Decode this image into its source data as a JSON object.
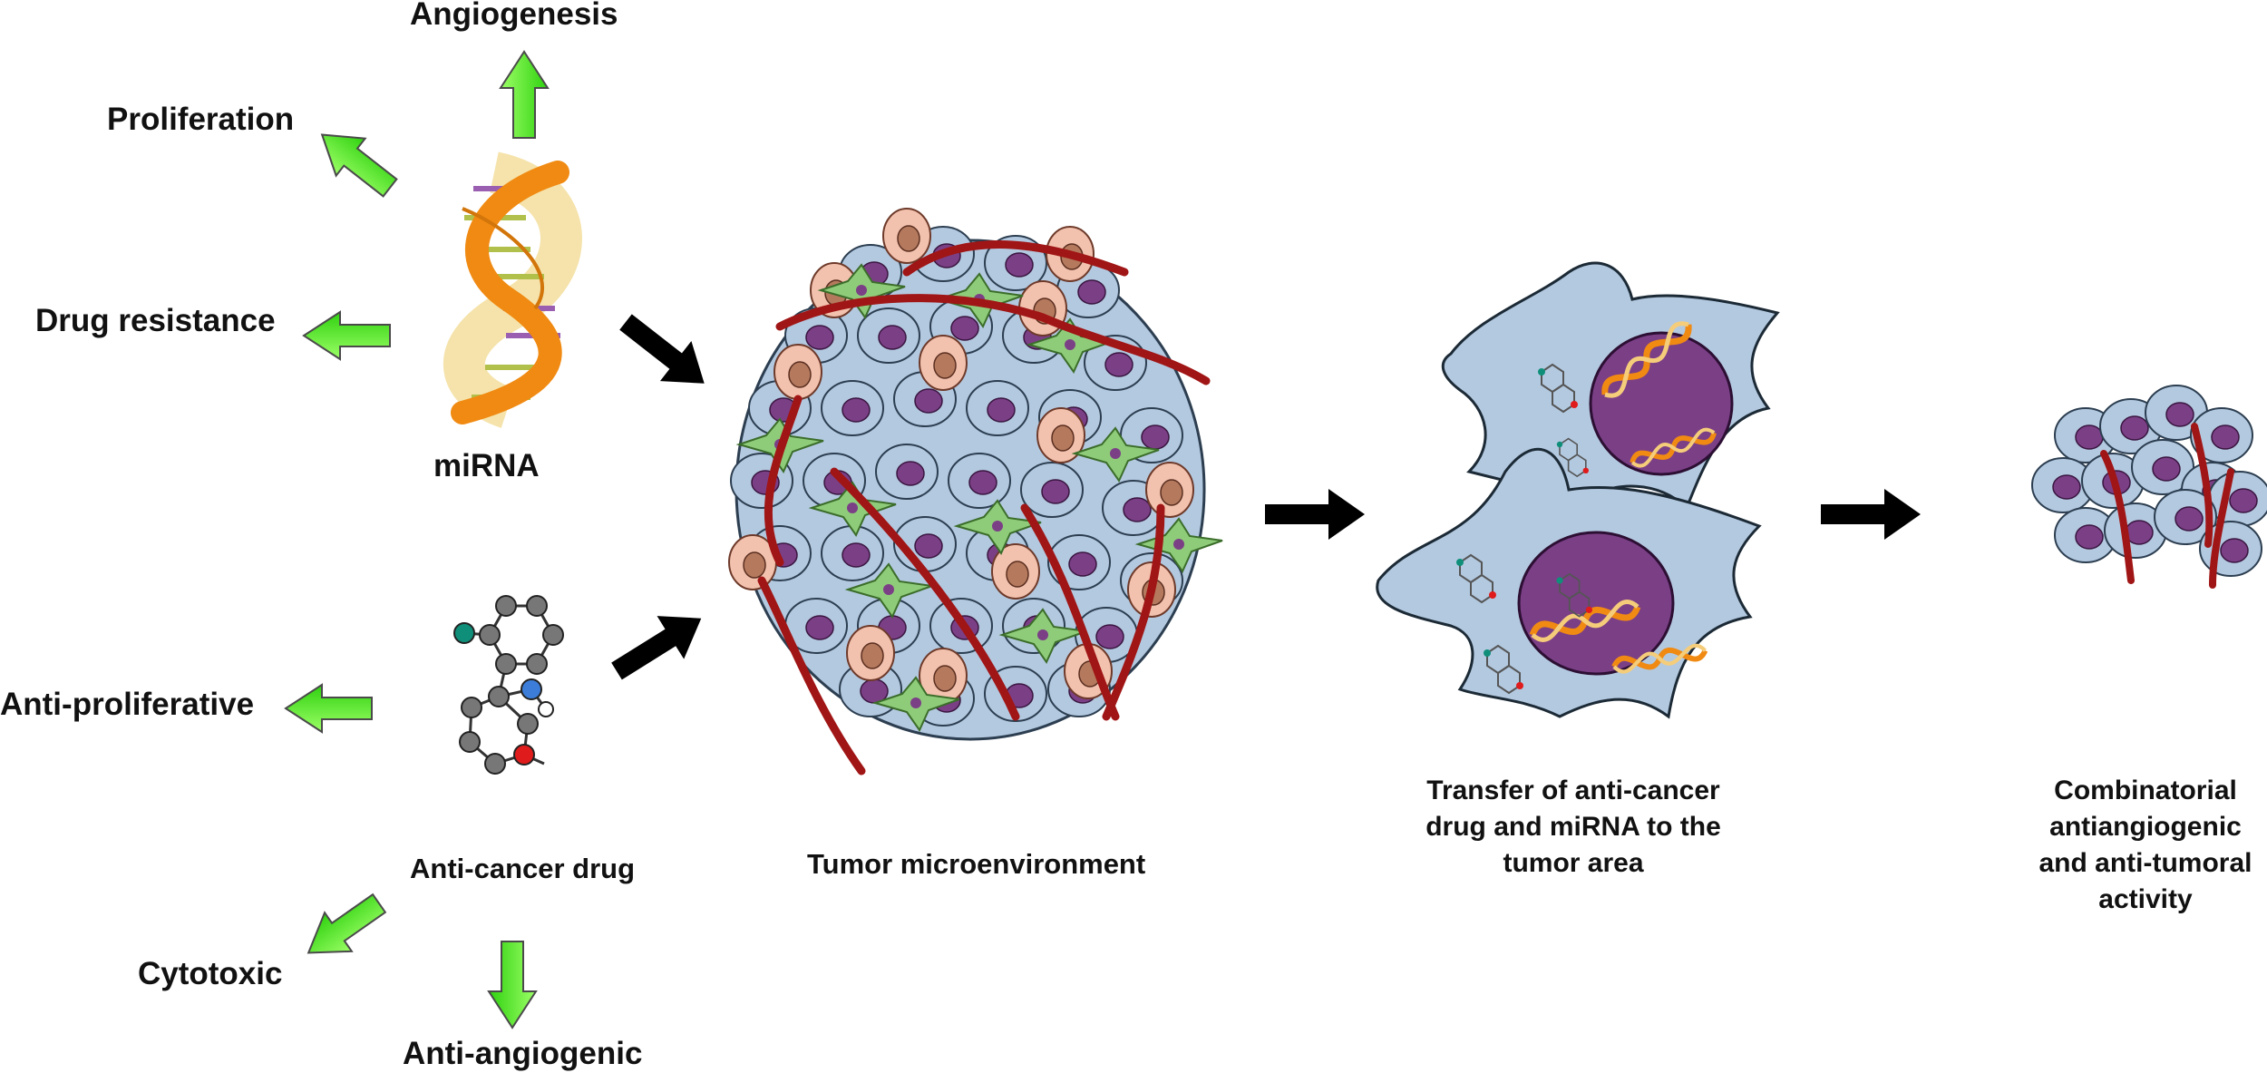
{
  "effects_mirna": {
    "angiogenesis": "Angiogenesis",
    "proliferation": "Proliferation",
    "drug_resistance": "Drug resistance"
  },
  "effects_drug": {
    "anti_proliferative": "Anti-proliferative",
    "cytotoxic": "Cytotoxic",
    "anti_angiogenic": "Anti-angiogenic"
  },
  "components": {
    "mirna": "miRNA",
    "drug": "Anti-cancer drug",
    "tumor": "Tumor microenvironment",
    "transfer": "Transfer of anti-cancer drug  and miRNA to the tumor area",
    "result": "Combinatorial antiangiogenic and anti-tumoral activity"
  },
  "colors": {
    "effect_arrow": "#66ff33",
    "flow_arrow": "#000000",
    "cancer_cell": "#b3c9e0",
    "nucleus": "#7b3f86",
    "stromal_cell": "#f3c2ae",
    "fibroblast": "#8fcc7a",
    "vessel": "#a01515",
    "dna_strand": "#f08a12"
  }
}
